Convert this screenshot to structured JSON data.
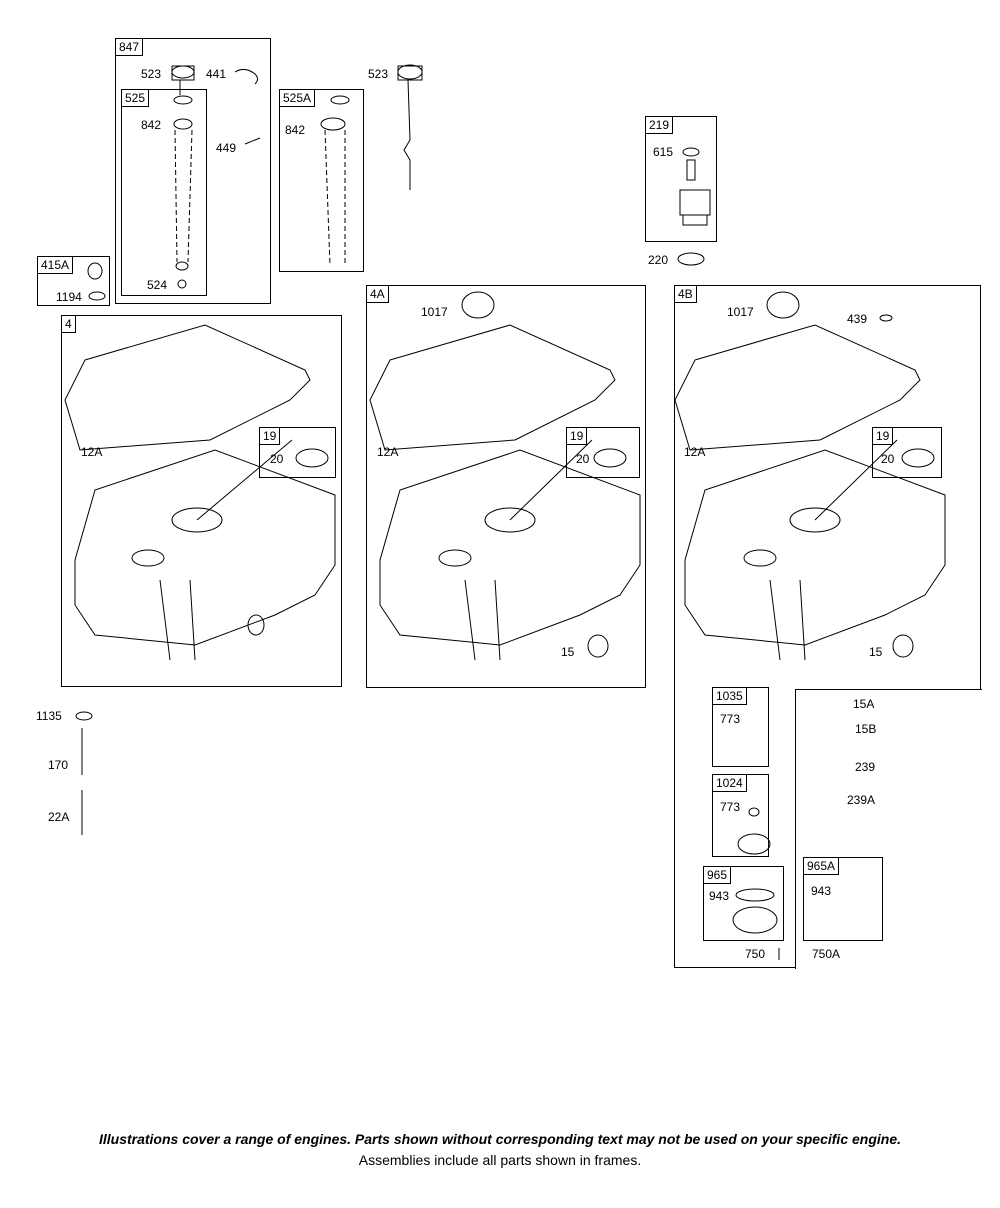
{
  "frames": {
    "f847": "847",
    "f525": "525",
    "f525A": "525A",
    "f219": "219",
    "f415A": "415A",
    "f4": "4",
    "f4A": "4A",
    "f4B": "4B",
    "f19a": "19",
    "f19b": "19",
    "f19c": "19",
    "f1035": "1035",
    "f1024": "1024",
    "f965": "965",
    "f965A": "965A"
  },
  "labels": {
    "l523a": "523",
    "l441": "441",
    "l842a": "842",
    "l449": "449",
    "l524": "524",
    "l842b": "842",
    "l523b": "523",
    "l615": "615",
    "l220": "220",
    "l1194": "1194",
    "l1017a": "1017",
    "l1017b": "1017",
    "l439": "439",
    "l12Aa": "12A",
    "l12Ab": "12A",
    "l12Ac": "12A",
    "l20a": "20",
    "l20b": "20",
    "l20c": "20",
    "l15a": "15",
    "l15b": "15",
    "l1135": "1135",
    "l170": "170",
    "l22A": "22A",
    "l773a": "773",
    "l773b": "773",
    "l943a": "943",
    "l943b": "943",
    "l750": "750",
    "l750A": "750A",
    "l15A": "15A",
    "l15B": "15B",
    "l239": "239",
    "l239A": "239A"
  },
  "footer": {
    "line1": "Illustrations cover a range of engines. Parts shown without corresponding text may not be used on your specific engine.",
    "line2": "Assemblies include all parts shown in frames."
  }
}
